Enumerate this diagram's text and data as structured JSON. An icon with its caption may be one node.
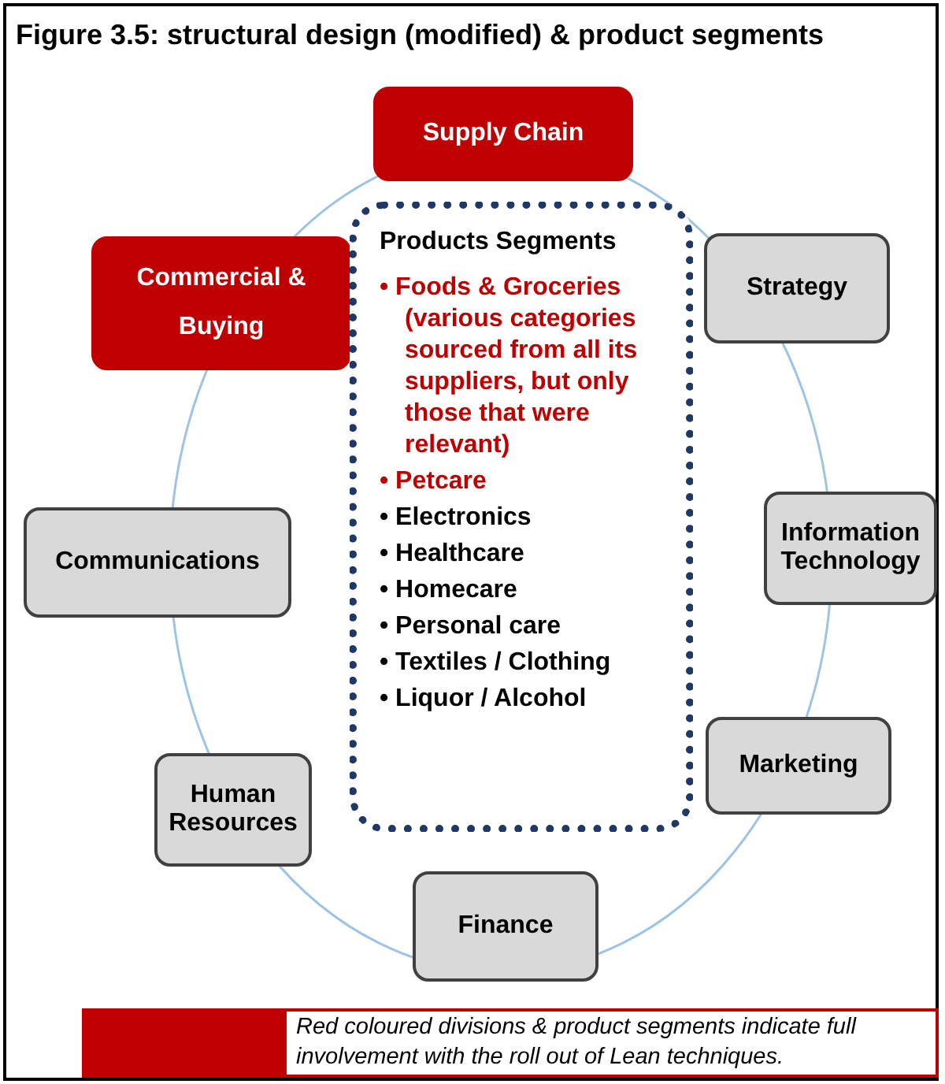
{
  "diagram": {
    "title": "Figure 3.5: structural design (modified) & product segments",
    "nodes": [
      {
        "text": [
          "Supply Chain"
        ]
      },
      {
        "text": [
          "Commercial & Buying"
        ]
      },
      {
        "text": [
          "Strategy"
        ]
      },
      {
        "text": [
          "Products Segments",
          "• Foods & Groceries (various categories sourced from all its suppliers, but only those that were relevant)",
          "• Petcare",
          "• Electronics",
          "• Healthcare",
          "• Homecare",
          "• Personal care",
          "• Textiles / Clothing",
          "• Liquor / Alcohol"
        ]
      },
      {
        "text": [
          "Communications"
        ]
      },
      {
        "text": [
          "Information Technology"
        ]
      },
      {
        "text": [
          "Marketing"
        ]
      },
      {
        "text": [
          "Human Resources"
        ]
      },
      {
        "text": [
          "Finance"
        ]
      }
    ],
    "legend": [
      {
        "text": "Red coloured divisions & product segments indicate full involvement with the roll out of Lean techniques.",
        "color": "#c00000"
      }
    ]
  }
}
